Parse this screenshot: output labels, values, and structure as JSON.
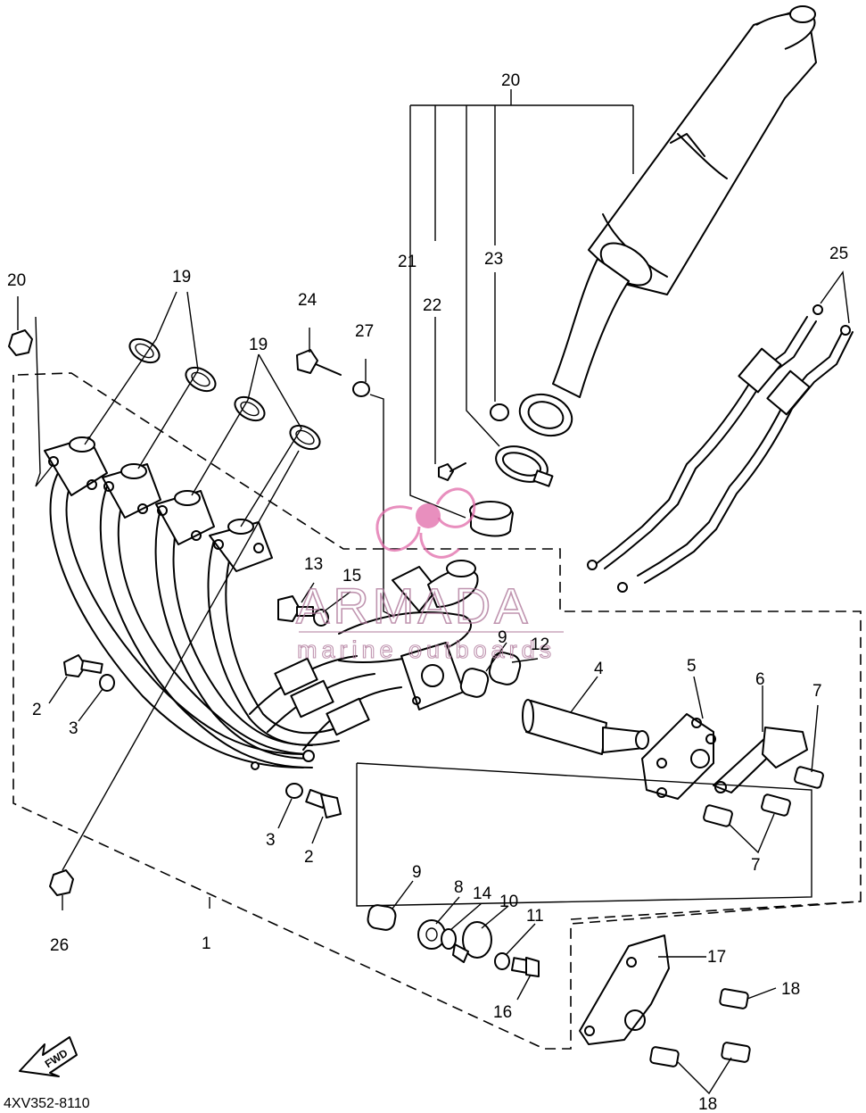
{
  "diagram_code": "4XV352-8110",
  "fwd_label": "FWD",
  "watermark": {
    "brand": "ARMADA",
    "subtitle": "marine outboards",
    "accent_color": "#e06aa8"
  },
  "callouts": [
    "1",
    "2",
    "2",
    "3",
    "3",
    "4",
    "5",
    "6",
    "7",
    "7",
    "8",
    "9",
    "9",
    "10",
    "11",
    "12",
    "13",
    "14",
    "15",
    "16",
    "17",
    "18",
    "18",
    "19",
    "19",
    "20",
    "20",
    "21",
    "22",
    "23",
    "24",
    "25",
    "26",
    "27"
  ]
}
